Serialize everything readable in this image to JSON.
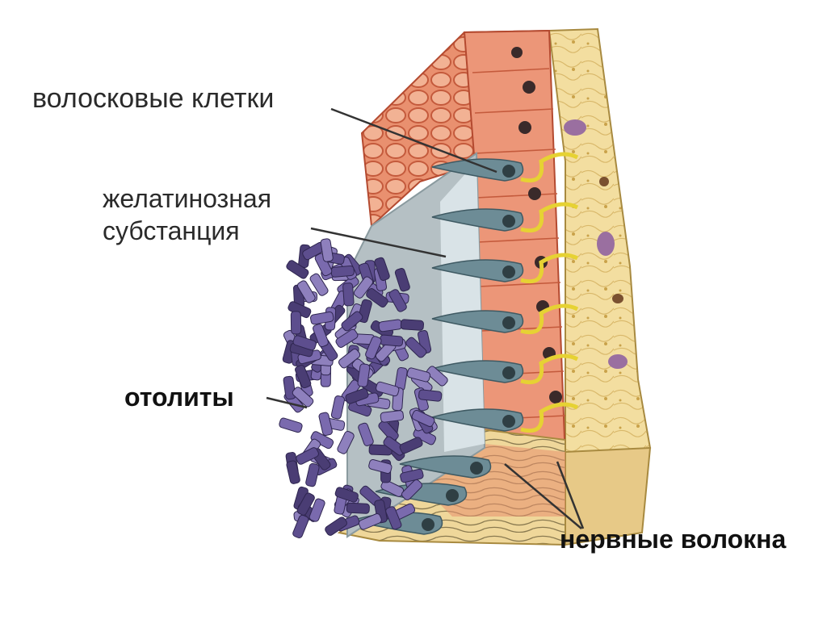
{
  "labels": {
    "hair_cells": "волосковые клетки",
    "gelatinous_line1": "желатинозная",
    "gelatinous_line2": "субстанция",
    "otoliths": "отолиты",
    "nerve_fibers": "нервные волокна"
  },
  "colors": {
    "epithelium": "#e8896a",
    "epithelium_dark": "#c9583e",
    "connective": "#f2dc9a",
    "gel": "#b8c4c8",
    "gel_light": "#d8e2e6",
    "otolith": "#6b5b9a",
    "hair_cell": "#6d8c96",
    "nerve": "#e6d233",
    "nucleus": "#3a2a2a",
    "pointer": "#333333"
  },
  "icons": {
    "hair_cell": "hair-cell-icon",
    "otolith": "otolith-crystal-icon",
    "nucleus": "nucleus-icon"
  }
}
